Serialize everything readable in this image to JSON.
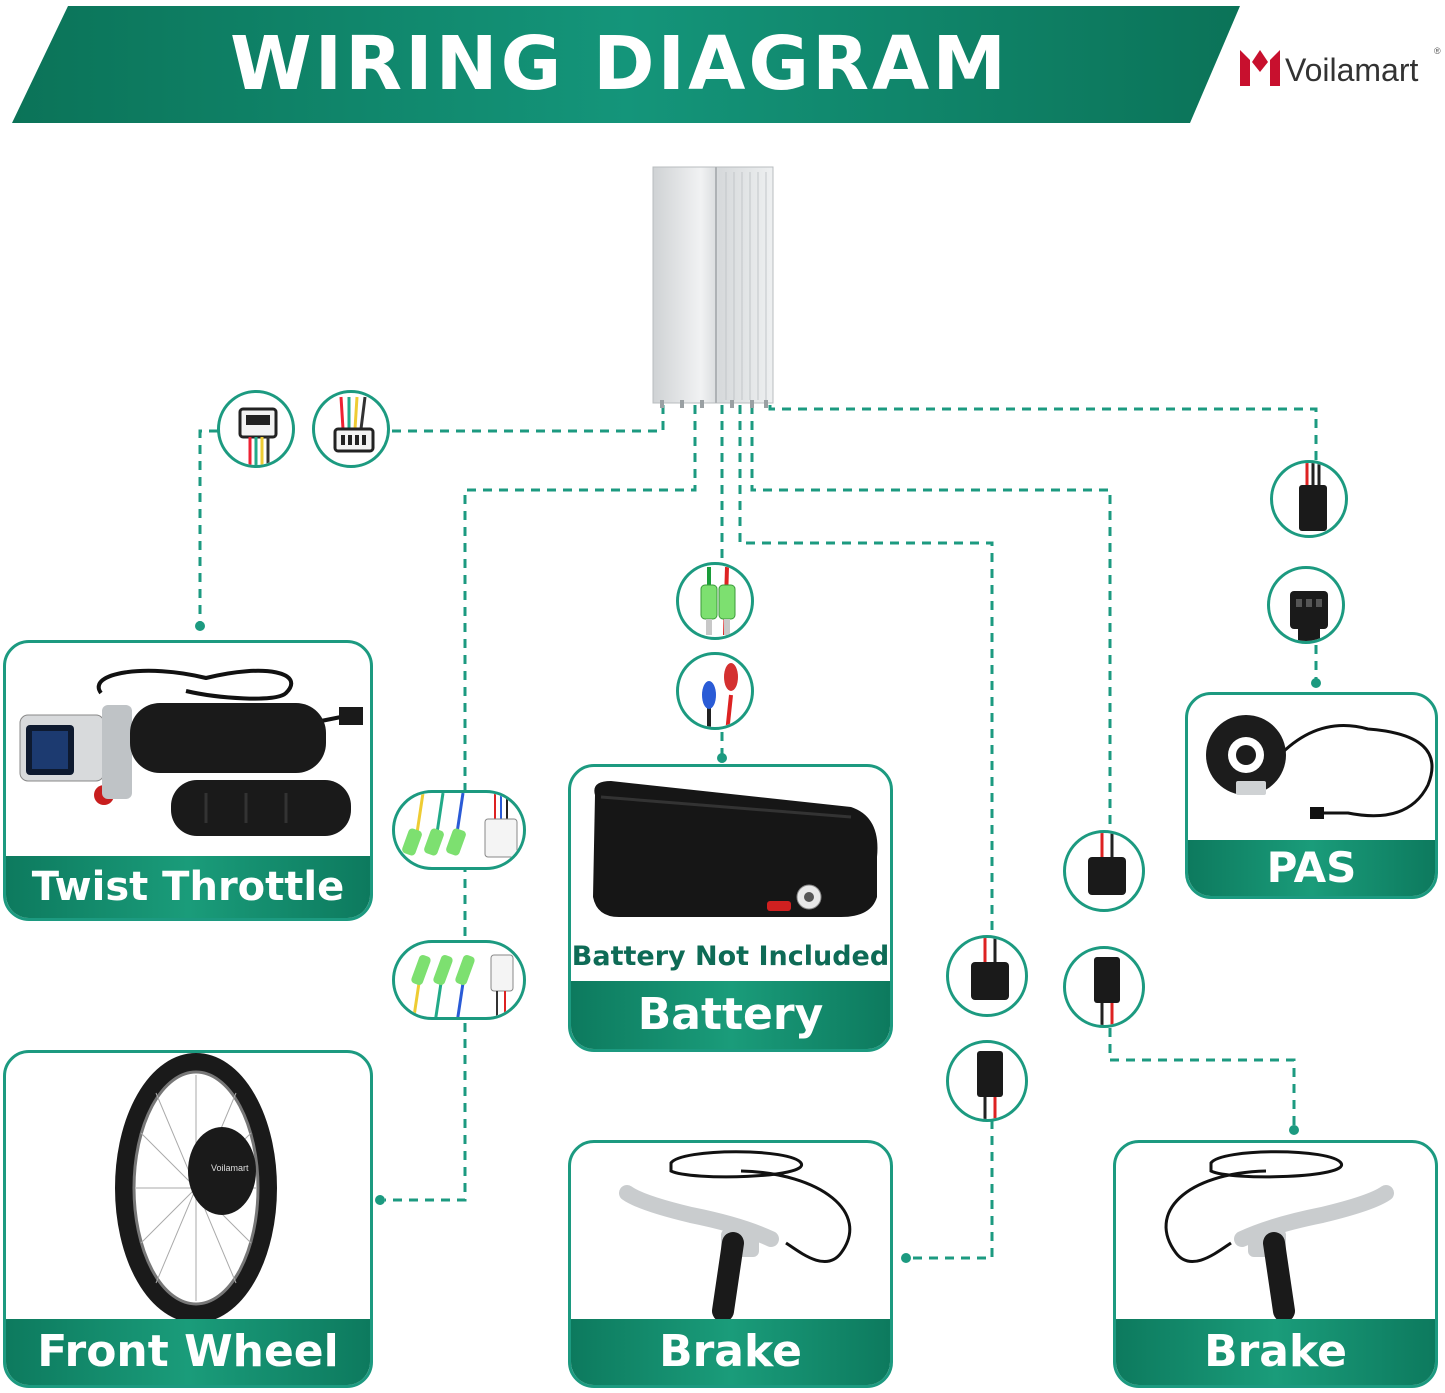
{
  "header": {
    "title": "WIRING DIAGRAM",
    "brand": "Voilamart",
    "brand_reg": "®"
  },
  "components": {
    "twist_throttle": {
      "label": "Twist Throttle"
    },
    "battery": {
      "label": "Battery",
      "note": "Battery Not Included"
    },
    "pas": {
      "label": "PAS"
    },
    "front_wheel": {
      "label": "Front Wheel",
      "hub_logo": "Voilamart"
    },
    "brake_left": {
      "label": "Brake"
    },
    "brake_right": {
      "label": "Brake"
    }
  },
  "colors": {
    "accent": "#1c9a80",
    "banner": "#0f8266",
    "label_bg": "#0d7a5e",
    "brand_red": "#c8102e"
  }
}
